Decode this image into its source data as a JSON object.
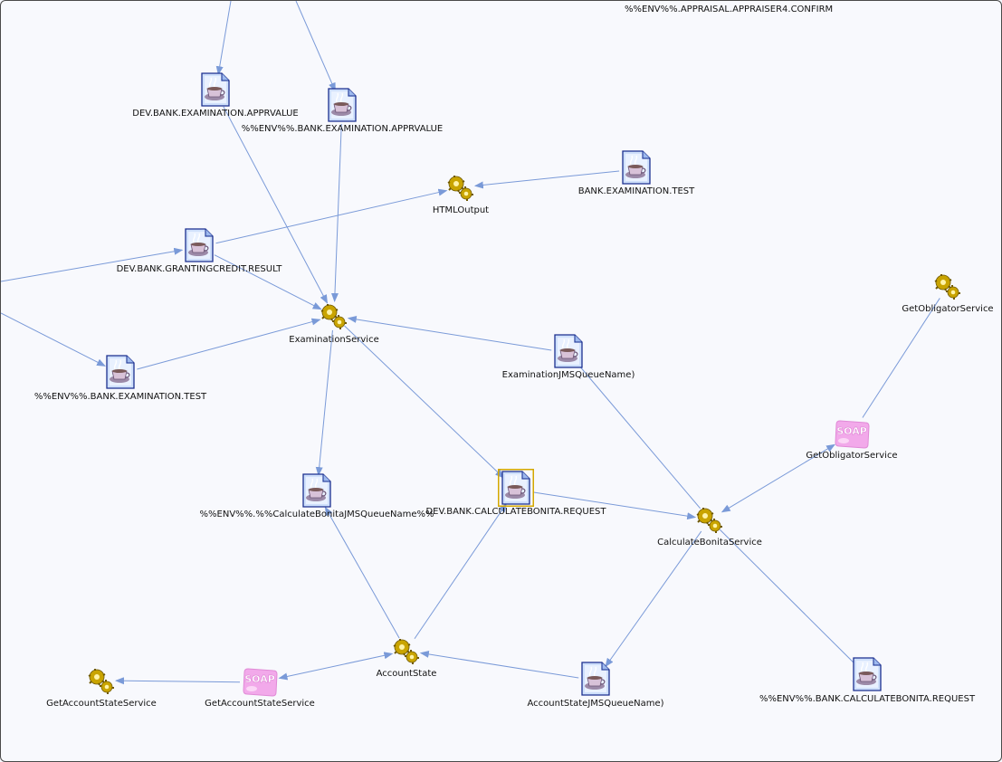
{
  "header_label": "%%ENV%%.APPRAISAL.APPRAISER4.CONFIRM",
  "colors": {
    "edge": "#7a9ad8",
    "background": "#f8f9fd"
  },
  "nodes": [
    {
      "id": "dev_exam_apprvalue",
      "type": "queue",
      "icon": "queue-document-icon",
      "label": "DEV.BANK.EXAMINATION.APPRVALUE"
    },
    {
      "id": "env_exam_apprvalue",
      "type": "queue",
      "icon": "queue-document-icon",
      "label": "%%ENV%%.BANK.EXAMINATION.APPRVALUE"
    },
    {
      "id": "htmloutput",
      "type": "service",
      "icon": "service-gears-icon",
      "label": "HTMLOutput"
    },
    {
      "id": "bank_exam_test",
      "type": "queue",
      "icon": "queue-document-icon",
      "label": "BANK.EXAMINATION.TEST"
    },
    {
      "id": "dev_granting_result",
      "type": "queue",
      "icon": "queue-document-icon",
      "label": "DEV.BANK.GRANTINGCREDIT.RESULT"
    },
    {
      "id": "examination_service",
      "type": "service",
      "icon": "service-gears-icon",
      "label": "ExaminationService"
    },
    {
      "id": "env_exam_test",
      "type": "queue",
      "icon": "queue-document-icon",
      "label": "%%ENV%%.BANK.EXAMINATION.TEST"
    },
    {
      "id": "exam_jms",
      "type": "queue",
      "icon": "queue-document-icon",
      "label": "ExaminationJMSQueueName)"
    },
    {
      "id": "getobligator_service",
      "type": "service",
      "icon": "service-gears-icon",
      "label": "GetObligatorService"
    },
    {
      "id": "getobligator_soap",
      "type": "soap",
      "icon": "soap-icon",
      "label": "GetObligatorService"
    },
    {
      "id": "env_calc_bonita_jms",
      "type": "queue",
      "icon": "queue-document-icon",
      "label": "%%ENV%%.%%CalculateBonitaJMSQueueName%%"
    },
    {
      "id": "dev_calc_bonita_request",
      "type": "queue",
      "icon": "queue-document-icon",
      "label": "DEV.BANK.CALCULATEBONITA.REQUEST",
      "selected": true
    },
    {
      "id": "calculate_bonita_service",
      "type": "service",
      "icon": "service-gears-icon",
      "label": "CalculateBonitaService"
    },
    {
      "id": "account_state",
      "type": "service",
      "icon": "service-gears-icon",
      "label": "AccountState"
    },
    {
      "id": "getaccountstate_service",
      "type": "service",
      "icon": "service-gears-icon",
      "label": "GetAccountStateService"
    },
    {
      "id": "getaccountstate_soap",
      "type": "soap",
      "icon": "soap-icon",
      "label": "GetAccountStateService"
    },
    {
      "id": "accountstate_jms",
      "type": "queue",
      "icon": "queue-document-icon",
      "label": "AccountStateJMSQueueName)"
    },
    {
      "id": "env_calc_bonita_request",
      "type": "queue",
      "icon": "queue-document-icon",
      "label": "%%ENV%%.BANK.CALCULATEBONITA.REQUEST"
    }
  ],
  "edges": [
    {
      "from": "offscreen_top_a",
      "to": "dev_exam_apprvalue",
      "arrow": "end"
    },
    {
      "from": "offscreen_top_b",
      "to": "env_exam_apprvalue",
      "arrow": "end"
    },
    {
      "from": "dev_exam_apprvalue",
      "to": "examination_service",
      "arrow": "end"
    },
    {
      "from": "env_exam_apprvalue",
      "to": "examination_service",
      "arrow": "end"
    },
    {
      "from": "bank_exam_test",
      "to": "htmloutput",
      "arrow": "end"
    },
    {
      "from": "dev_granting_result",
      "to": "htmloutput",
      "arrow": "end"
    },
    {
      "from": "dev_granting_result",
      "to": "examination_service",
      "arrow": "end"
    },
    {
      "from": "offscreen_left_a",
      "to": "dev_granting_result",
      "arrow": "end"
    },
    {
      "from": "offscreen_left_b",
      "to": "env_exam_test",
      "arrow": "end"
    },
    {
      "from": "env_exam_test",
      "to": "examination_service",
      "arrow": "end"
    },
    {
      "from": "exam_jms",
      "to": "examination_service",
      "arrow": "end"
    },
    {
      "from": "examination_service",
      "to": "env_calc_bonita_jms",
      "arrow": "end"
    },
    {
      "from": "examination_service",
      "to": "dev_calc_bonita_request",
      "arrow": "end"
    },
    {
      "from": "exam_jms",
      "to": "calculate_bonita_service",
      "arrow": "none"
    },
    {
      "from": "dev_calc_bonita_request",
      "to": "calculate_bonita_service",
      "arrow": "end"
    },
    {
      "from": "getobligator_service",
      "to": "getobligator_soap",
      "arrow": "none"
    },
    {
      "from": "getobligator_soap",
      "to": "calculate_bonita_service",
      "arrow": "both"
    },
    {
      "from": "calculate_bonita_service",
      "to": "accountstate_jms",
      "arrow": "end"
    },
    {
      "from": "calculate_bonita_service",
      "to": "env_calc_bonita_request",
      "arrow": "none"
    },
    {
      "from": "account_state",
      "to": "env_calc_bonita_jms",
      "arrow": "end"
    },
    {
      "from": "account_state",
      "to": "dev_calc_bonita_request",
      "arrow": "end"
    },
    {
      "from": "accountstate_jms",
      "to": "account_state",
      "arrow": "end"
    },
    {
      "from": "account_state",
      "to": "getaccountstate_soap",
      "arrow": "both"
    },
    {
      "from": "getaccountstate_soap",
      "to": "getaccountstate_service",
      "arrow": "end"
    }
  ]
}
